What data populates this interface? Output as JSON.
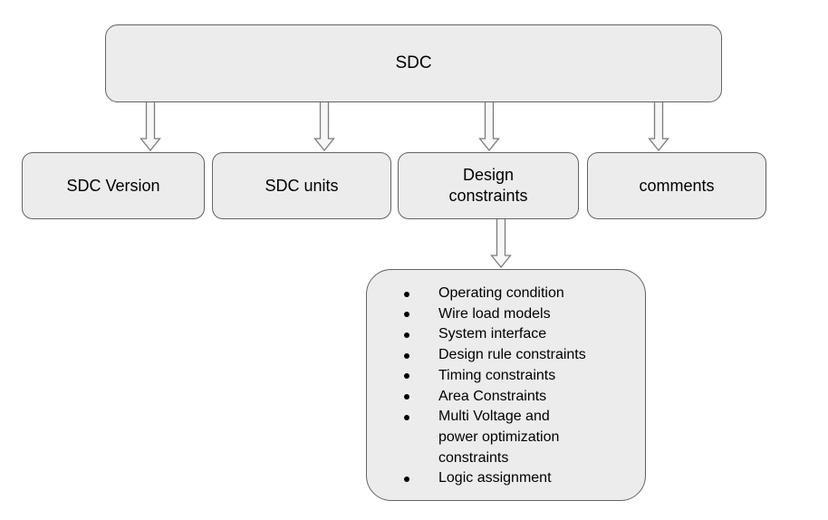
{
  "diagram": {
    "root": {
      "label": "SDC"
    },
    "children": [
      {
        "label": "SDC Version"
      },
      {
        "label": "SDC units"
      },
      {
        "label": "Design\nconstraints"
      },
      {
        "label": "comments"
      }
    ],
    "design_constraints_details": {
      "items": [
        "Operating condition",
        "Wire load models",
        "System interface",
        "Design rule constraints",
        "Timing constraints",
        "Area Constraints",
        "Multi Voltage and\npower optimization\nconstraints",
        "Logic assignment"
      ]
    },
    "colors": {
      "background": "#ffffff",
      "box_fill": "#ececec",
      "box_border": "#636363",
      "arrow_fill": "#f7f7f7",
      "arrow_stroke": "#7b7b7b",
      "text": "#000000"
    }
  }
}
